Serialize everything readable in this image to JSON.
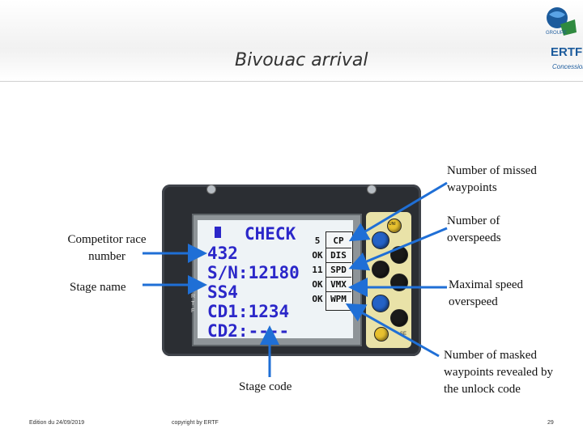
{
  "slide": {
    "title": "Bivouac arrival",
    "logo_text": "ERTF",
    "logo_sub": "Concession",
    "logo_small": "GROUPE"
  },
  "device": {
    "screen_lines": [
      "CHECK",
      "432",
      "S/N:12180",
      "SS4",
      "CD1:1234",
      "CD2:----"
    ],
    "table_rows": [
      {
        "count": "5",
        "code": "CP"
      },
      {
        "count": "OK",
        "code": "DIS"
      },
      {
        "count": "11",
        "code": "SPD"
      },
      {
        "count": "OK",
        "code": "VMX"
      },
      {
        "count": "OK",
        "code": "WPM"
      }
    ],
    "side_letters": [
      "R",
      "T",
      "F"
    ],
    "button_label": "UNI",
    "corner_label": "SE"
  },
  "labels": {
    "missed_waypoints": "Number of missed waypoints",
    "overspeeds": "Number of overspeeds",
    "competitor": "Competitor race number",
    "stage_name": "Stage name",
    "max_speed": "Maximal speed overspeed",
    "stage_code": "Stage code",
    "masked_waypoints": "Number of masked waypoints revealed by the unlock code"
  },
  "footer": {
    "edition": "Edition du 24/09/2019",
    "copyright": "copyright by ERTF",
    "page": "29"
  },
  "colors": {
    "lcd_text": "#2b27c9",
    "arrow": "#1f6fd6",
    "device_body": "#2b2e33",
    "keypad": "#e9e2a8"
  }
}
